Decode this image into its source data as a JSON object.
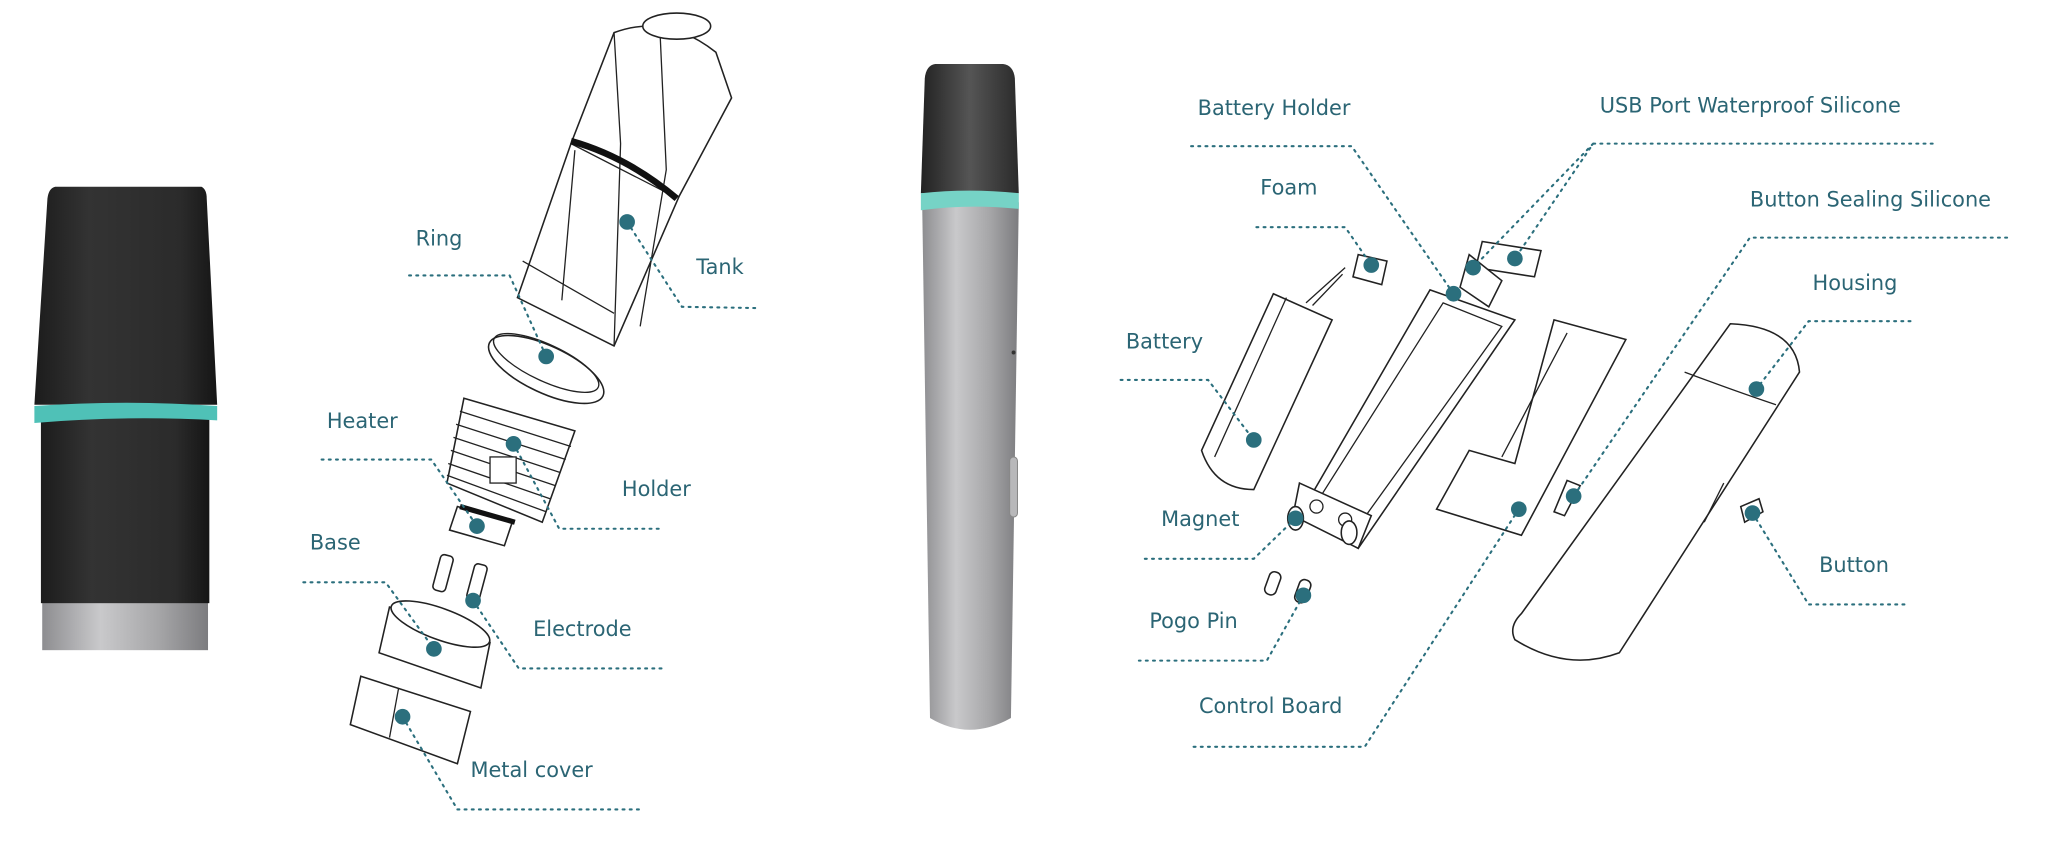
{
  "colors": {
    "accent": "#2b6f7d",
    "label": "#2b6574",
    "ring": "#4fc1b7",
    "dark": "#2a2a2a",
    "silver": "#a9a9ab"
  },
  "pod_labels": {
    "ring": "Ring",
    "tank": "Tank",
    "heater": "Heater",
    "holder": "Holder",
    "base": "Base",
    "electrode": "Electrode",
    "metal_cover": "Metal cover"
  },
  "device_labels": {
    "battery_holder": "Battery Holder",
    "usb_silicone": "USB Port Waterproof Silicone",
    "foam": "Foam",
    "button_sealing": "Button Sealing Silicone",
    "housing": "Housing",
    "battery": "Battery",
    "magnet": "Magnet",
    "button": "Button",
    "pogo_pin": "Pogo Pin",
    "control_board": "Control Board"
  }
}
